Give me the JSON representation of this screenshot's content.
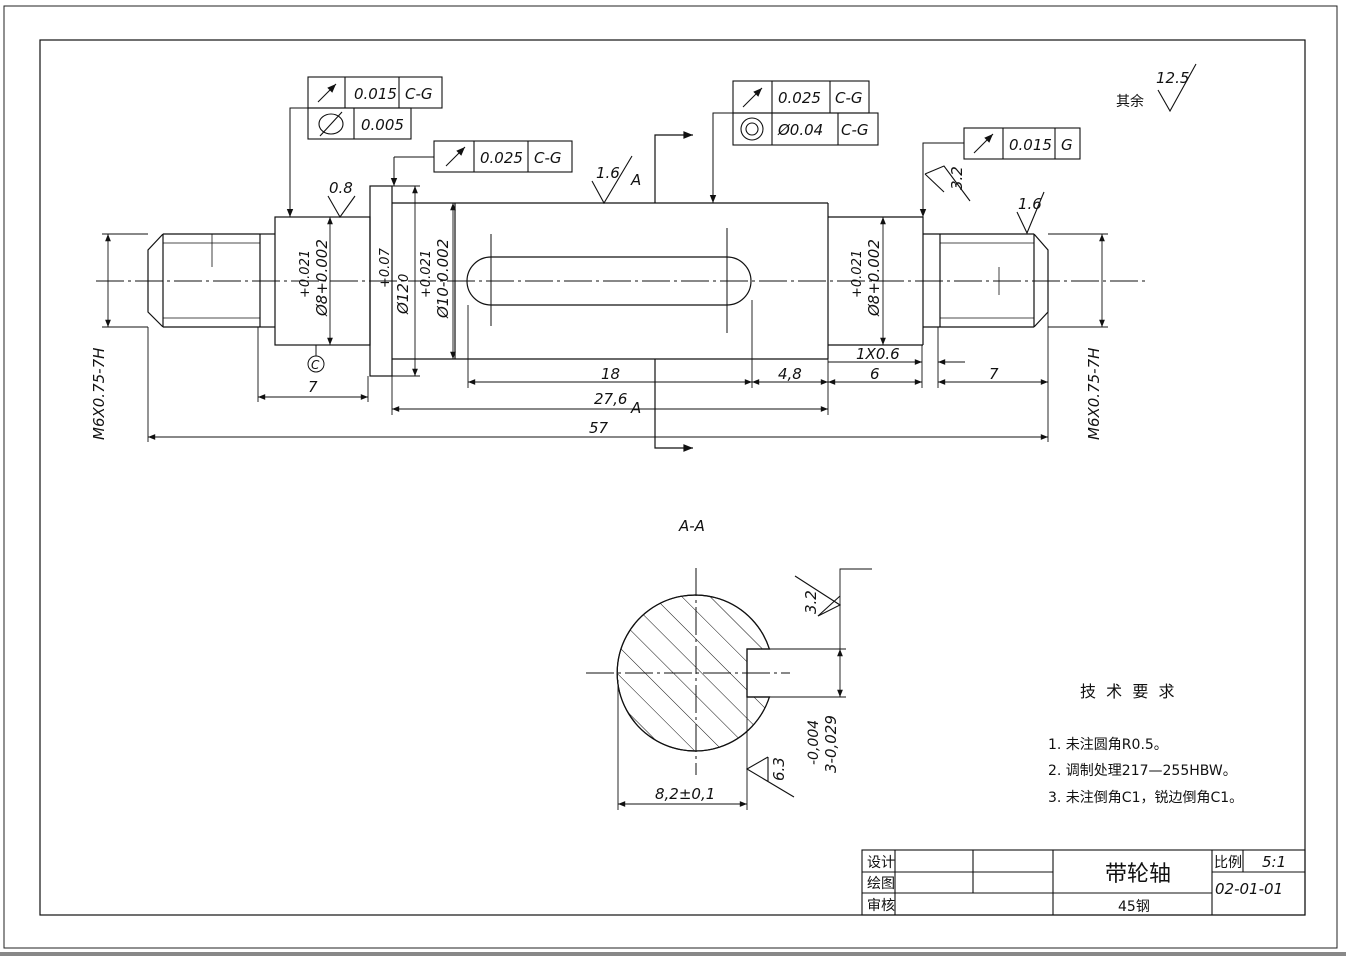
{
  "title_block": {
    "part_name": "带轮轴",
    "material": "45钢",
    "scale_label": "比例",
    "scale_value": "5:1",
    "drawing_no": "02-01-01",
    "row_design": "设计",
    "row_draw": "绘图",
    "row_review": "审核"
  },
  "requirements": {
    "heading": "技  术  要  求",
    "items": [
      "1. 未注圆角R0.5。",
      "2. 调制处理217—255HBW。",
      "3. 未注倒角C1，锐边倒角C1。"
    ]
  },
  "surface_roughness": {
    "default_label": "其余",
    "default_value": "12.5",
    "r_left_neck": "0.8",
    "r_middle": "1.6",
    "r_right_neck": "3.2",
    "r_right_thread": "1.6",
    "r_section_top": "3.2",
    "r_section_bottom": "6.3"
  },
  "tolerance_frames": {
    "left": {
      "runout": "0.015",
      "runout_datum": "C-G",
      "cyl": "0.005"
    },
    "middle_left": {
      "runout": "0.025",
      "datum": "C-G"
    },
    "middle_right": {
      "runout": "0.025",
      "runout_datum": "C-G",
      "coax": "Ø0.04",
      "coax_datum": "C-G"
    },
    "right": {
      "runout": "0.015",
      "datum": "G"
    }
  },
  "dimensions": {
    "thread_left": "M6X0.75-7H",
    "thread_right": "M6X0.75-7H",
    "dia_left_neck": "Ø8+0.002",
    "dia_left_neck_upper": "+0.021",
    "dia_shoulder": "Ø12",
    "dia_shoulder_upper": "+0.07",
    "dia_shoulder_lower": "0",
    "dia_main": "Ø10-0.002",
    "dia_main_upper": "+0.021",
    "dia_right_neck": "Ø8+0.002",
    "dia_right_neck_upper": "+0.021",
    "len_left_thread": "7",
    "len_keyway": "18",
    "len_key_offset": "4,8",
    "len_chamfer": "1X0.6",
    "len_right_neck": "6",
    "len_right_thread": "7",
    "len_middle": "27,6",
    "len_total": "57",
    "datum_c": "C",
    "section_mark_top": "A",
    "section_mark_bottom": "A"
  },
  "section": {
    "title": "A-A",
    "width_dim": "8,2±0,1",
    "depth_dim_main": "3-0,029",
    "depth_dim_tol": "-0,004"
  }
}
